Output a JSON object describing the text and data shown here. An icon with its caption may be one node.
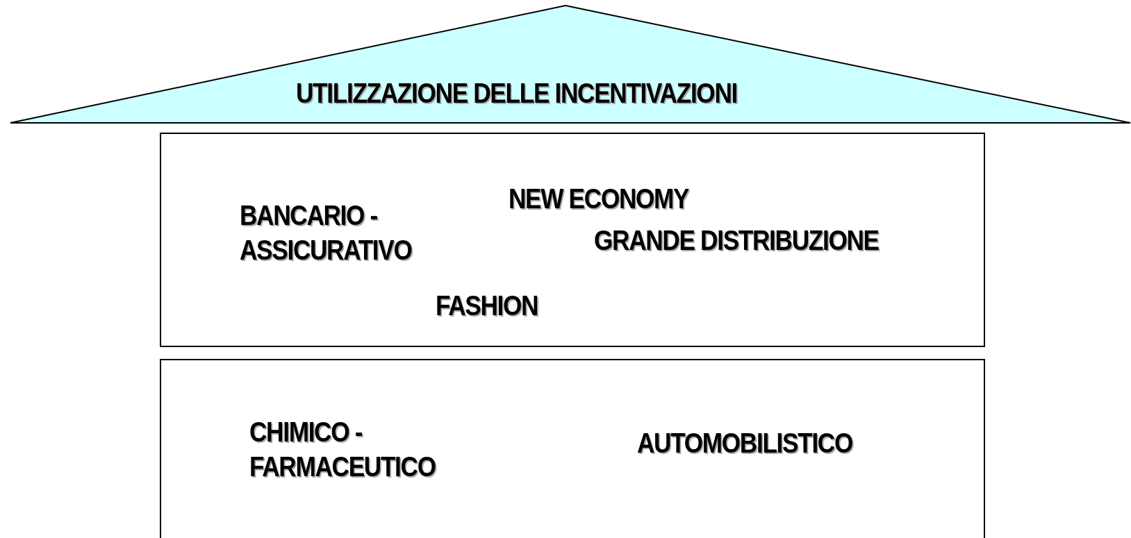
{
  "diagram": {
    "nodes": [
      {
        "text": [
          "UTILIZZAZIONE DELLE INCENTIVAZIONI"
        ]
      },
      {
        "text": [
          "BANCARIO - ASSICURATIVO",
          "NEW ECONOMY",
          "GRANDE DISTRIBUZIONE",
          "FASHION"
        ]
      },
      {
        "text": [
          "CHIMICO - FARMACEUTICO",
          "AUTOMOBILISTICO"
        ]
      }
    ],
    "edges": []
  }
}
